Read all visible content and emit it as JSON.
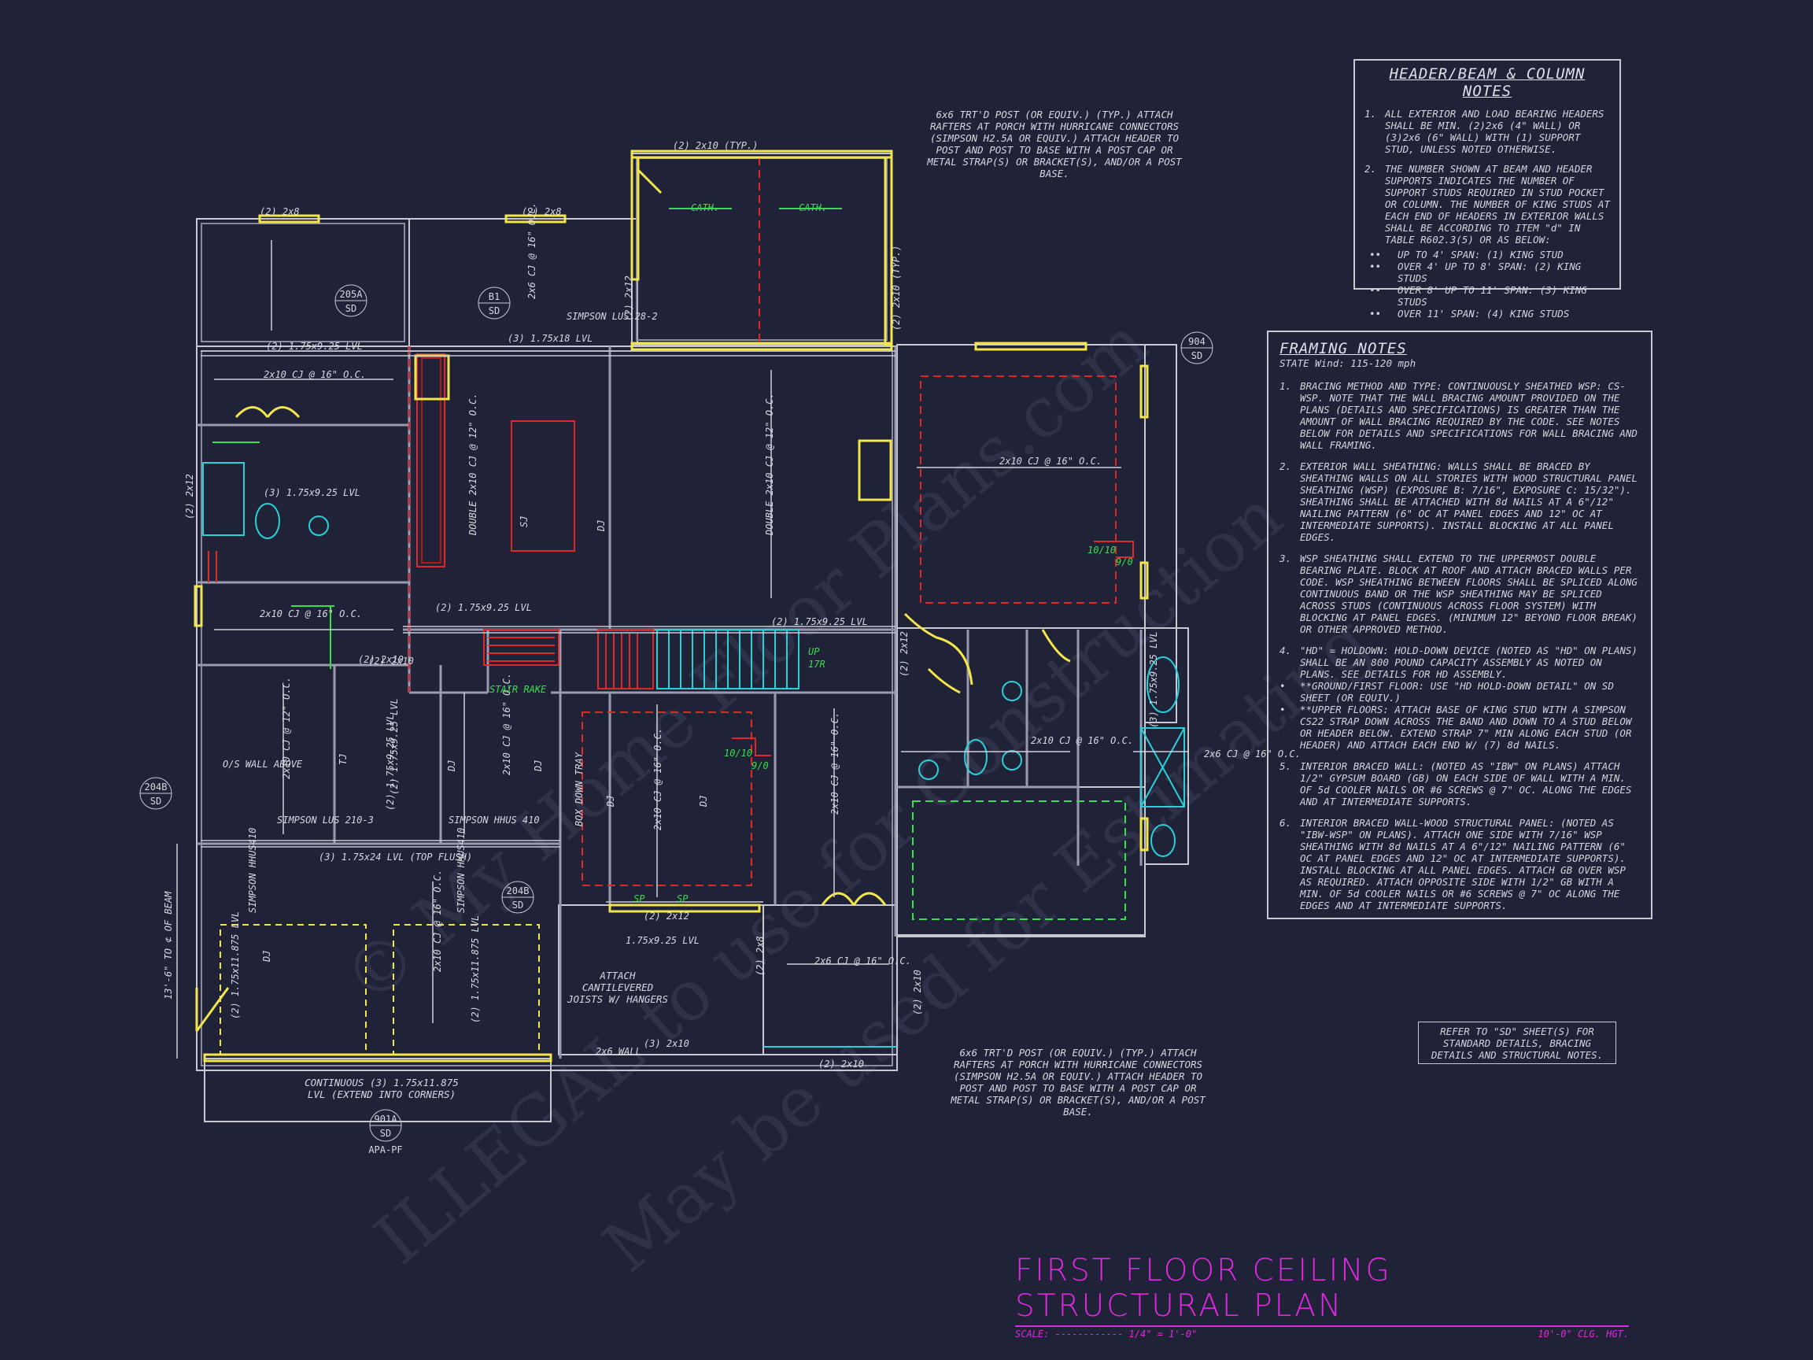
{
  "title_block": {
    "title": "FIRST FLOOR CEILING STRUCTURAL PLAN",
    "scale_label": "SCALE:",
    "scale_value": "------------  1/4\" = 1'-0\"",
    "ceiling_height": "10'-0\" CLG. HGT."
  },
  "watermark": {
    "line1": "© My Home Floor Plans.com",
    "line2": "ILLEGAL to use for Construction",
    "line3": "May be used for Estimating"
  },
  "header_notes": {
    "title": "HEADER/BEAM & COLUMN NOTES",
    "items": [
      {
        "num": "1.",
        "text": "ALL EXTERIOR AND LOAD BEARING HEADERS SHALL BE MIN. (2)2x6 (4\" WALL) OR (3)2x6 (6\" WALL) WITH (1) SUPPORT STUD, UNLESS NOTED OTHERWISE."
      },
      {
        "num": "2.",
        "text": "THE NUMBER SHOWN AT BEAM AND HEADER SUPPORTS INDICATES THE NUMBER OF SUPPORT STUDS REQUIRED IN STUD POCKET OR COLUMN. THE NUMBER OF KING STUDS AT EACH END OF HEADERS IN EXTERIOR WALLS SHALL BE ACCORDING TO ITEM \"d\" IN TABLE R602.3(5) OR AS BELOW:"
      }
    ],
    "bullets": [
      "UP TO 4' SPAN: (1) KING STUD",
      "OVER 4' UP TO 8' SPAN: (2) KING STUDS",
      "OVER 8' UP TO 11' SPAN: (3) KING STUDS",
      "OVER 11' SPAN: (4) KING STUDS"
    ]
  },
  "framing_notes": {
    "title": "FRAMING NOTES",
    "subtitle": "STATE Wind: 115-120 mph",
    "items": [
      {
        "num": "1.",
        "text": "BRACING METHOD AND TYPE: CONTINUOUSLY SHEATHED WSP: CS-WSP. NOTE THAT THE WALL BRACING AMOUNT PROVIDED ON THE PLANS (DETAILS AND SPECIFICATIONS) IS GREATER THAN THE AMOUNT OF WALL BRACING REQUIRED BY THE CODE. SEE NOTES BELOW FOR DETAILS AND SPECIFICATIONS FOR WALL BRACING AND WALL FRAMING."
      },
      {
        "num": "2.",
        "text": "EXTERIOR WALL SHEATHING: WALLS SHALL BE BRACED BY SHEATHING WALLS ON ALL STORIES WITH WOOD STRUCTURAL PANEL SHEATHING (WSP) (EXPOSURE B: 7/16\", EXPOSURE C: 15/32\"). SHEATHING SHALL BE ATTACHED WITH 8d NAILS AT A 6\"/12\" NAILING PATTERN (6\" OC AT PANEL EDGES AND 12\" OC AT INTERMEDIATE SUPPORTS). INSTALL BLOCKING AT ALL PANEL EDGES."
      },
      {
        "num": "3.",
        "text": "WSP SHEATHING SHALL EXTEND TO THE UPPERMOST DOUBLE BEARING PLATE. BLOCK AT ROOF AND ATTACH BRACED WALLS PER CODE. WSP SHEATHING BETWEEN FLOORS SHALL BE SPLICED ALONG CONTINUOUS BAND OR THE WSP SHEATHING MAY BE SPLICED ACROSS STUDS (CONTINUOUS ACROSS FLOOR SYSTEM) WITH BLOCKING AT PANEL EDGES. (MINIMUM 12\" BEYOND FLOOR BREAK) OR OTHER APPROVED METHOD."
      },
      {
        "num": "4.",
        "text": "\"HD\" = HOLDOWN: HOLD-DOWN DEVICE (NOTED AS \"HD\" ON PLANS) SHALL BE AN 800 POUND CAPACITY ASSEMBLY AS NOTED ON PLANS. SEE DETAILS FOR HD ASSEMBLY."
      },
      {
        "num": "•",
        "text": "**GROUND/FIRST FLOOR: USE \"HD HOLD-DOWN DETAIL\" ON SD SHEET (OR EQUIV.)"
      },
      {
        "num": "•",
        "text": "**UPPER FLOORS: ATTACH BASE OF KING STUD WITH A SIMPSON CS22 STRAP DOWN ACROSS THE BAND AND DOWN TO A STUD BELOW OR HEADER BELOW. EXTEND STRAP 7\" MIN ALONG EACH STUD (OR HEADER) AND ATTACH EACH END W/ (7) 8d NAILS."
      },
      {
        "num": "5.",
        "text": "INTERIOR BRACED WALL: (NOTED AS \"IBW\" ON PLANS) ATTACH 1/2\" GYPSUM BOARD (GB) ON EACH SIDE OF WALL WITH A MIN. OF 5d COOLER NAILS OR #6 SCREWS @ 7\" OC. ALONG THE EDGES AND AT INTERMEDIATE SUPPORTS."
      },
      {
        "num": "6.",
        "text": "INTERIOR BRACED WALL-WOOD STRUCTURAL PANEL: (NOTED AS \"IBW-WSP\" ON PLANS). ATTACH ONE SIDE WITH 7/16\" WSP SHEATHING WITH 8d NAILS AT A 6\"/12\" NAILING PATTERN (6\" OC AT PANEL EDGES AND 12\" OC AT INTERMEDIATE SUPPORTS). INSTALL BLOCKING AT ALL PANEL EDGES. ATTACH GB OVER WSP AS REQUIRED. ATTACH OPPOSITE SIDE WITH 1/2\" GB WITH A MIN. OF 5d COOLER NAILS OR #6 SCREWS @ 7\" OC ALONG THE EDGES AND AT INTERMEDIATE SUPPORTS."
      }
    ]
  },
  "refer_note": {
    "text": "REFER TO \"SD\" SHEET(S) FOR STANDARD DETAILS, BRACING DETAILS AND STRUCTURAL NOTES."
  },
  "callouts": {
    "porch_top": "6x6 TRT'D POST (OR EQUIV.) (TYP.) ATTACH RAFTERS AT PORCH WITH HURRICANE CONNECTORS (SIMPSON H2.5A OR EQUIV.) ATTACH HEADER TO POST AND POST TO BASE WITH A POST CAP OR METAL STRAP(S) OR BRACKET(S), AND/OR A POST BASE.",
    "porch_bottom": "6x6 TRT'D POST (OR EQUIV.) (TYP.) ATTACH RAFTERS AT PORCH WITH HURRICANE CONNECTORS (SIMPSON H2.5A OR EQUIV.) ATTACH HEADER TO POST AND POST TO BASE WITH A POST CAP OR METAL STRAP(S) OR BRACKET(S), AND/OR A POST BASE.",
    "cantilever": "ATTACH CANTILEVERED JOISTS W/ HANGERS",
    "continuous_lvl": "CONTINUOUS (3) 1.75x11.875 LVL (EXTEND INTO CORNERS)",
    "beam_dim": "13'-6\" TO ⊄ OF BEAM",
    "box_down": "BOX DOWN TRAY",
    "os_wall": "O/S WALL ABOVE",
    "stair_rake": "STAIR RAKE",
    "up_label": "UP",
    "risers": "17R",
    "cath_left": "CATH.",
    "cath_right": "CATH."
  },
  "detail_tags": [
    {
      "id": "205A",
      "sheet": "SD"
    },
    {
      "id": "B1",
      "sheet": "SD"
    },
    {
      "id": "904",
      "sheet": "SD"
    },
    {
      "id": "204B",
      "sheet": "SD"
    },
    {
      "id": "204B",
      "sheet": "SD"
    },
    {
      "id": "901A",
      "sheet": "SD"
    }
  ],
  "detail_tag_extra": "APA-PF",
  "labels": {
    "l1": "(2) 2x8",
    "l2": "(2) 2x8",
    "l3": "(2) 2x10 (TYP.)",
    "l4": "(2) 2x10 (TYP.)",
    "l5": "(2) 1.75x9.25 LVL",
    "l6": "(3) 1.75x18 LVL",
    "l7": "SIMPSON LUS 28-2",
    "l8": "2x10 CJ @ 16\" O.C.",
    "l9": "(3) 1.75x9.25 LVL",
    "l10": "(2) 2x12",
    "l11": "2x10 CJ @ 16\" O.C.",
    "l12": "(2) 1.75x9.25 LVL",
    "l13": "(2) 1.75x9.25 LVL",
    "l14": "(2) 2x10",
    "l15": "DOUBLE 2x10 CJ @ 12\" O.C.",
    "l16": "DOUBLE 2x10 CJ @ 12\" O.C.",
    "l17": "2x6 CJ @ 16\" O.C.",
    "l18": "2x10 CJ @ 16\" O.C.",
    "l19": "2x10 CJ @ 12\" O.C.",
    "l20": "(2) 1.75x9.25 LVL",
    "l21": "SIMPSON LUS 210-3",
    "l22": "SIMPSON HHUS 410",
    "l23": "(3) 1.75x24 LVL (TOP FLUSH)",
    "l24": "2x10 CJ @ 16\" O.C.",
    "l25": "2x10 CJ @ 16\" O.C.",
    "l26": "2x10 CJ @ 16\" O.C.",
    "l27": "(2) 2x12",
    "l28": "1.75x9.25 LVL",
    "l29": "2x6 CJ @ 16\" O.C.",
    "l30": "(3) 2x10",
    "l31": "(2) 2x10",
    "l32": "2x10 CJ @ 16\" O.C.",
    "l33": "(3) 1.75x9.25 LVL",
    "l34": "2x6 CJ @ 16\" O.C.",
    "l35": "(2) 1.75x11.875 LVL",
    "l36": "(2) 1.75x9.25 LVL",
    "l37": "2x10 CJ @ 16\" O.C.",
    "l38": "2x6 WALL",
    "l39": "(2) 2x8",
    "l40": "(2) 2x10",
    "l41": "(2) 2x12",
    "l42": "(2) 2x10",
    "l43": "DJ",
    "l44": "DJ",
    "l45": "DJ",
    "l46": "DJ",
    "l47": "DJ",
    "l48": "DJ",
    "l49": "TJ",
    "l50": "SJ",
    "l51": "SIMPSON HHUS410",
    "l52": "SIMPSON HHUS410",
    "l53": "(2) 2x12",
    "l54": "10/10",
    "l55": "9/0",
    "l56": "10/10",
    "l57": "9/0",
    "l58": "SP",
    "l59": "SP",
    "l60": "(2) 1.75x11.875 LVL"
  }
}
